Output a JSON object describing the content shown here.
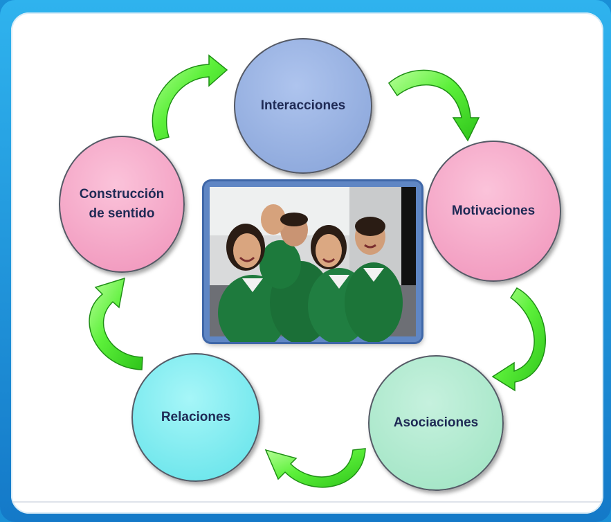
{
  "cycle": {
    "nodes": {
      "interacciones": "Interacciones",
      "motivaciones": "Motivaciones",
      "asociaciones": "Asociaciones",
      "relaciones": "Relaciones",
      "construccion": "Construcción\nde sentido"
    }
  },
  "colors": {
    "blue_node": "#8ea9dc",
    "pink_node": "#f29cc0",
    "mint_node": "#a5e6c7",
    "cyan_node": "#6ee6ec",
    "arrow_green": "#5cf03a",
    "frame_blue": "#1a8fd6"
  },
  "photo": {
    "subject": "group of smiling schoolchildren in green uniforms"
  }
}
